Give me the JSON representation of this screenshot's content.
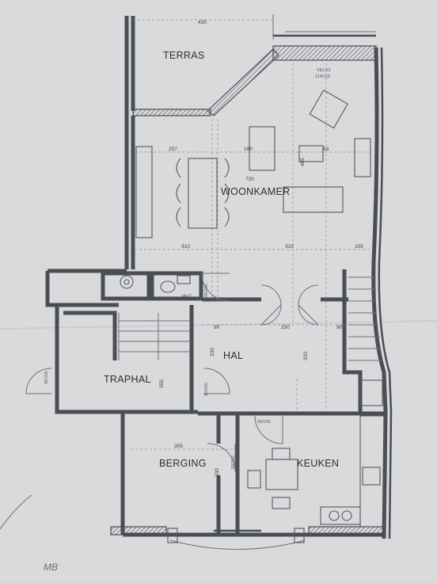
{
  "rooms": {
    "terras": "TERRAS",
    "woonkamer": "WOONKAMER",
    "hal": "HAL",
    "traphal": "TRAPHAL",
    "berging": "BERGING",
    "keuken": "KEUKEN",
    "wc": "W.C."
  },
  "dimensions": {
    "terras_width": "430",
    "w_257": "257",
    "w_730": "730",
    "w_180": "180",
    "w_93": "93",
    "w_310": "310",
    "w_315": "315",
    "w_105": "105",
    "w_90a": "90",
    "w_330": "330",
    "w_90b": "90",
    "h_330": "330",
    "h_320": "320",
    "h_355": "355",
    "h_485": "485",
    "w_305": "305",
    "h_330b": "330",
    "velux": "VELUX",
    "velux_size": "114/118"
  },
  "doors": {
    "d1": "80/205",
    "d2": "90/205",
    "d3": "90/205",
    "d4": "90/205",
    "d5": "90/205"
  },
  "signature": "MB"
}
